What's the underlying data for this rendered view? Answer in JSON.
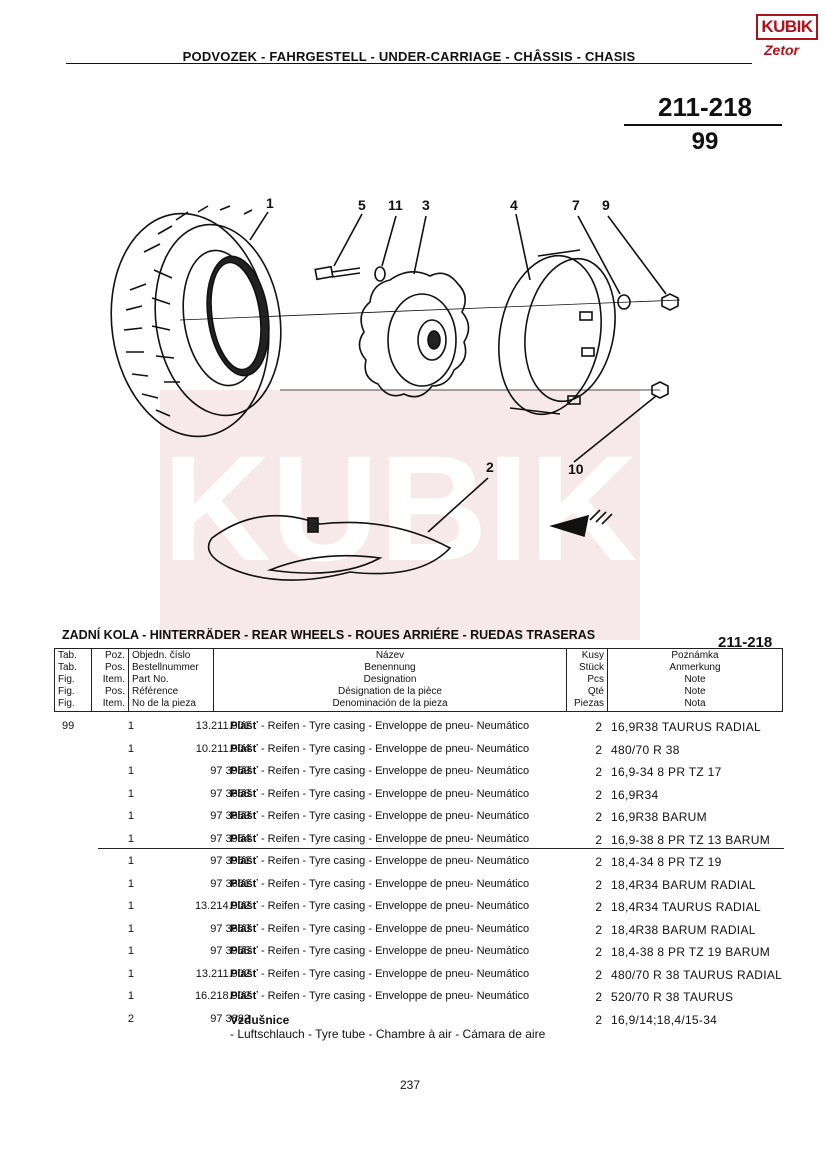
{
  "logo": {
    "brand": "KUBIK",
    "sub": "Zetor"
  },
  "header": {
    "title": "PODVOZEK - FAHRGESTELL - UNDER-CARRIAGE - CHÂSSIS - CHASIS"
  },
  "page_code": {
    "main": "211-218",
    "sub": "99"
  },
  "diagram": {
    "callouts": [
      "1",
      "5",
      "11",
      "3",
      "4",
      "7",
      "9",
      "2",
      "10"
    ]
  },
  "section": {
    "title": "ZADNÍ KOLA - HINTERRÄDER - REAR WHEELS - ROUES ARRIÉRE - RUEDAS TRASERAS",
    "code": "211-218"
  },
  "table_header": {
    "tab": [
      "Tab.",
      "Tab.",
      "Fig.",
      "Fig.",
      "Fig."
    ],
    "pos": [
      "Poz.",
      "Pos.",
      "Item.",
      "Pos.",
      "Item."
    ],
    "part": [
      "Objedn. číslo",
      "Bestellnummer",
      "Part No.",
      "Référence",
      "No de la pieza"
    ],
    "name": [
      "Název",
      "Benennung",
      "Designation",
      "Désignation de la pièce",
      "Denominación de la pieza"
    ],
    "qty": [
      "Kusy",
      "Stück",
      "Pcs",
      "Qté",
      "Piezas"
    ],
    "note": [
      "Poznámka",
      "Anmerkung",
      "Note",
      "Note",
      "Nota"
    ]
  },
  "rows": [
    {
      "tab": "99",
      "pos": "1",
      "part": "13.211.901",
      "name_bold": "Plášť",
      "name_rest": " - Reifen - Tyre casing - Enveloppe de pneu- Neumático",
      "qty": "2",
      "note": "16,9R38 TAURUS RADIAL"
    },
    {
      "tab": "",
      "pos": "1",
      "part": "10.211.904",
      "name_bold": "Plášť",
      "name_rest": " - Reifen - Tyre casing - Enveloppe de pneu- Neumático",
      "qty": "2",
      "note": "480/70 R 38"
    },
    {
      "tab": "",
      "pos": "1",
      "part": "97 3959",
      "name_bold": "Plášť",
      "name_rest": " - Reifen - Tyre casing - Enveloppe de pneu- Neumático",
      "qty": "2",
      "note": "16,9-34 8 PR TZ 17"
    },
    {
      "tab": "",
      "pos": "1",
      "part": "97 3658",
      "name_bold": "Plášť",
      "name_rest": " - Reifen - Tyre casing - Enveloppe de pneu- Neumático",
      "qty": "2",
      "note": "16,9R34"
    },
    {
      "tab": "",
      "pos": "1",
      "part": "97 3659",
      "name_bold": "Plášť",
      "name_rest": " - Reifen - Tyre casing - Enveloppe de pneu- Neumático",
      "qty": "2",
      "note": "16,9R38 BARUM"
    },
    {
      "tab": "",
      "pos": "1",
      "part": "97 3954",
      "name_bold": "Plášť",
      "name_rest": " - Reifen - Tyre casing - Enveloppe de pneu- Neumático",
      "qty": "2",
      "note": "16,9-38 8 PR TZ 13 BARUM"
    },
    {
      "tab": "",
      "pos": "1",
      "part": "97 3961",
      "name_bold": "Plášť",
      "name_rest": " - Reifen - Tyre casing - Enveloppe de pneu- Neumático",
      "qty": "2",
      "note": "18,4-34 8 PR TZ 19"
    },
    {
      "tab": "",
      "pos": "1",
      "part": "97 3661",
      "name_bold": "Plášť",
      "name_rest": " - Reifen - Tyre casing - Enveloppe de pneu- Neumático",
      "qty": "2",
      "note": "18,4R34 BARUM RADIAL"
    },
    {
      "tab": "",
      "pos": "1",
      "part": "13.214.902",
      "name_bold": "Plášť",
      "name_rest": " - Reifen - Tyre casing - Enveloppe de pneu- Neumático",
      "qty": "2",
      "note": "18,4R34 TAURUS RADIAL"
    },
    {
      "tab": "",
      "pos": "1",
      "part": "97 3660",
      "name_bold": "Plášť",
      "name_rest": " - Reifen - Tyre casing - Enveloppe de pneu- Neumático",
      "qty": "2",
      "note": "18,4R38 BARUM RADIAL"
    },
    {
      "tab": "",
      "pos": "1",
      "part": "97 3955",
      "name_bold": "Plášť",
      "name_rest": " - Reifen - Tyre casing - Enveloppe de pneu- Neumático",
      "qty": "2",
      "note": "18,4-38 8 PR TZ 19 BARUM"
    },
    {
      "tab": "",
      "pos": "1",
      "part": "13.211.902",
      "name_bold": "Plášť",
      "name_rest": " - Reifen - Tyre casing - Enveloppe de pneu- Neumático",
      "qty": "2",
      "note": "480/70 R 38 TAURUS RADIAL"
    },
    {
      "tab": "",
      "pos": "1",
      "part": "16.218.902",
      "name_bold": "Plášť",
      "name_rest": " - Reifen - Tyre casing - Enveloppe de pneu- Neumático",
      "qty": "2",
      "note": "520/70 R 38 TAURUS"
    }
  ],
  "last_row": {
    "pos": "2",
    "part": "97 3882",
    "name_bold": "Vzdušnice",
    "name_rest": " - Luftschlauch - Tyre tube - Chambre à air - Cámara de aire",
    "qty": "2",
    "note": "16,9/14;18,4/15-34"
  },
  "footer": {
    "page": "237"
  }
}
